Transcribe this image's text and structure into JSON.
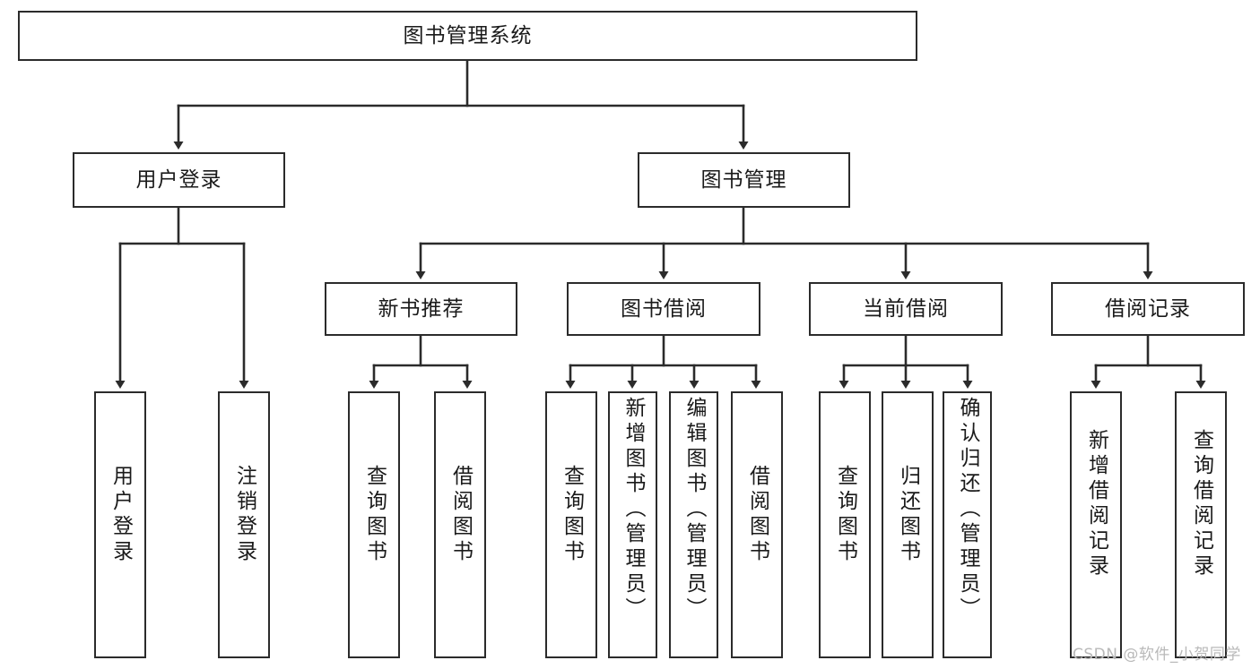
{
  "diagram": {
    "type": "tree-hierarchy",
    "title": "图书管理系统",
    "orientation": "top-down",
    "colors": {
      "border": "#2b2b2b",
      "fill": "#ffffff",
      "text": "#1a1a1a",
      "edge": "#2b2b2b",
      "watermark": "#b9b9b9"
    }
  },
  "root": {
    "label": "图书管理系统"
  },
  "level2": [
    {
      "label": "用户登录"
    },
    {
      "label": "图书管理"
    }
  ],
  "level3": [
    {
      "label": "新书推荐"
    },
    {
      "label": "图书借阅"
    },
    {
      "label": "当前借阅"
    },
    {
      "label": "借阅记录"
    }
  ],
  "leaves": {
    "user_login": [
      {
        "label": "用户登录"
      },
      {
        "label": "注销登录"
      }
    ],
    "new_book_recommend": [
      {
        "label": "查询图书"
      },
      {
        "label": "借阅图书"
      }
    ],
    "book_borrow": [
      {
        "label": "查询图书"
      },
      {
        "label": "新增图书（管理员）"
      },
      {
        "label": "编辑图书（管理员）"
      },
      {
        "label": "借阅图书"
      }
    ],
    "current_borrow": [
      {
        "label": "查询图书"
      },
      {
        "label": "归还图书"
      },
      {
        "label": "确认归还（管理员）"
      }
    ],
    "borrow_record": [
      {
        "label": "新增借阅记录"
      },
      {
        "label": "查询借阅记录"
      }
    ]
  },
  "watermark": {
    "text": "CSDN @软件_小贺同学"
  }
}
